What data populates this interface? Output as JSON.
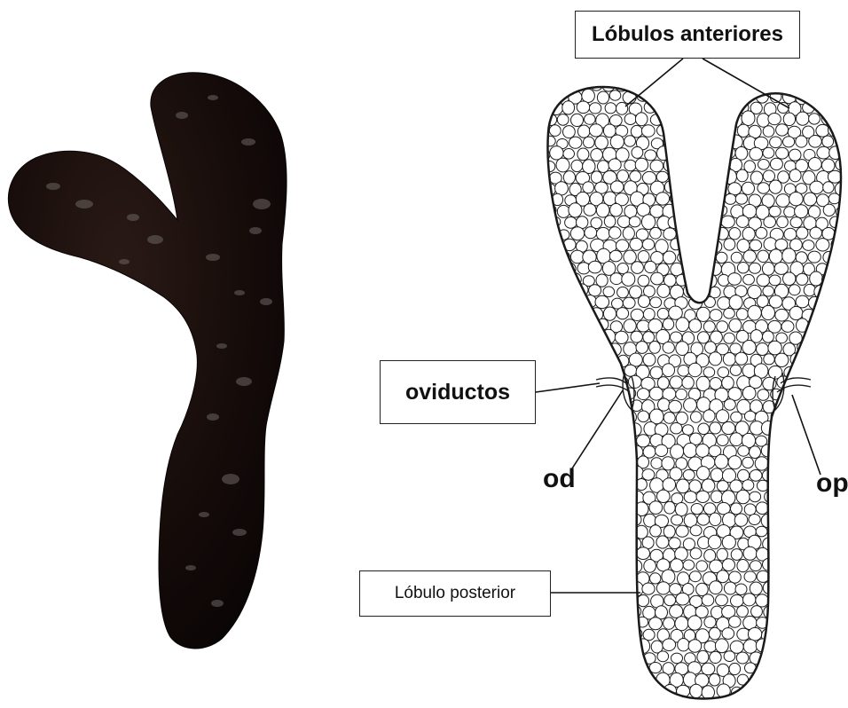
{
  "labels": {
    "anteriores": "Lóbulos anteriores",
    "oviductos": "oviductos",
    "posterior": "Lóbulo posterior",
    "od": "od",
    "op": "op"
  },
  "colors": {
    "specimen": "#1a0f0d",
    "specimen_highlight": "#6b6563",
    "outline": "#1a1a1a",
    "background": "#ffffff"
  }
}
